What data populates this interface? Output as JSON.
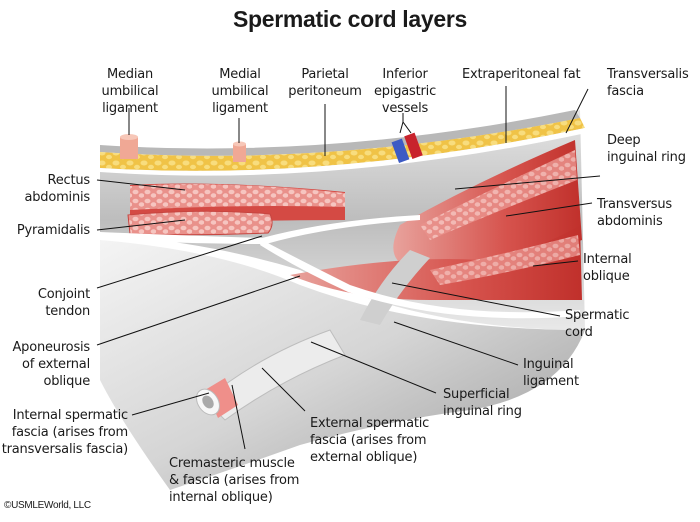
{
  "title": "Spermatic cord layers",
  "copyright": "©USMLEWorld, LLC",
  "colors": {
    "fat": "#f2c94c",
    "muscle": "#d9534f",
    "muscle_light": "#f2a7a2",
    "fascia": "#d8d8d8",
    "vein": "#3d5bc4",
    "artery": "#c8232c",
    "ligament": "#f0a895"
  },
  "labels": {
    "median_umbilical_ligament": [
      "Median",
      "umbilical",
      "ligament"
    ],
    "medial_umbilical_ligament": [
      "Medial",
      "umbilical",
      "ligament"
    ],
    "parietal_peritoneum": [
      "Parietal",
      "peritoneum"
    ],
    "inferior_epigastric_vessels": [
      "Inferior",
      "epigastric",
      "vessels"
    ],
    "extraperitoneal_fat": [
      "Extraperitoneal fat"
    ],
    "transversalis_fascia": [
      "Transversalis",
      "fascia"
    ],
    "deep_inguinal_ring": [
      "Deep",
      "inguinal ring"
    ],
    "rectus_abdominis": [
      "Rectus",
      "abdominis"
    ],
    "pyramidalis": [
      "Pyramidalis"
    ],
    "transversus_abdominis": [
      "Transversus",
      "abdominis"
    ],
    "internal_oblique": [
      "Internal",
      "oblique"
    ],
    "conjoint_tendon": [
      "Conjoint",
      "tendon"
    ],
    "spermatic_cord": [
      "Spermatic",
      "cord"
    ],
    "aponeurosis_external_oblique": [
      "Aponeurosis",
      "of external",
      "oblique"
    ],
    "inguinal_ligament": [
      "Inguinal",
      "ligament"
    ],
    "superficial_inguinal_ring": [
      "Superficial",
      "inguinal ring"
    ],
    "internal_spermatic_fascia": [
      "Internal spermatic",
      "fascia (arises from",
      "transversalis fascia)"
    ],
    "external_spermatic_fascia": [
      "External spermatic",
      "fascia (arises from",
      "external oblique)"
    ],
    "cremasteric_muscle": [
      "Cremasteric muscle",
      "& fascia (arises from",
      "internal oblique)"
    ]
  }
}
